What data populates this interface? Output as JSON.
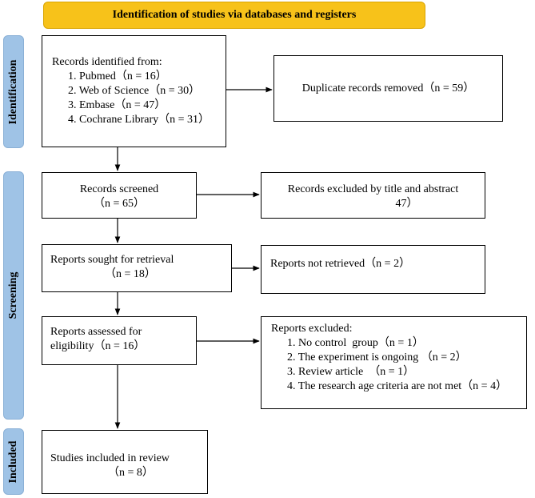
{
  "header": {
    "title": "Identification of studies via databases and registers"
  },
  "phases": {
    "identification": "Identification",
    "screening": "Screening",
    "included": "Included"
  },
  "identification": {
    "records_title": "Records identified from:",
    "sources": [
      "1. Pubmed（n = 16）",
      "2. Web of Science（n = 30）",
      "3. Embase（n = 47）",
      "4. Cochrane Library（n = 31）"
    ],
    "duplicates": "Duplicate records removed（n = 59）"
  },
  "screening": {
    "screened_label": "Records screened",
    "screened_count": "（n = 65）",
    "excluded_title_label": "Records excluded by title and abstract",
    "excluded_title_count": "47）",
    "sought_label": "Reports sought for retrieval",
    "sought_count": "（n = 18）",
    "not_retrieved": "Reports not retrieved（n = 2）",
    "assessed_line1": "Reports assessed for",
    "assessed_line2": "eligibility（n = 16）",
    "excluded_title": "Reports excluded:",
    "excluded_reasons": [
      "1. No control  group（n = 1）",
      "2. The experiment is ongoing （n = 2）",
      "3. Review article  （n = 1）",
      "4. The research age criteria are not met（n = 4）"
    ]
  },
  "included": {
    "studies_label": "Studies included in review",
    "studies_count": "（n = 8）"
  }
}
